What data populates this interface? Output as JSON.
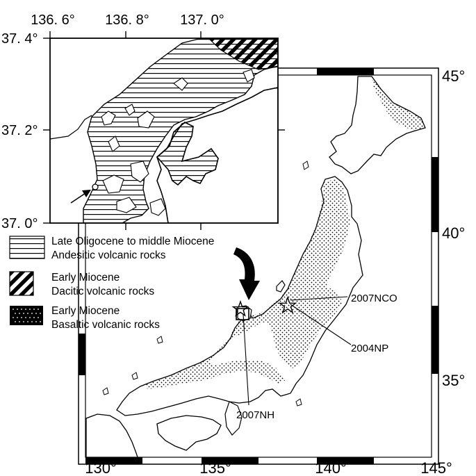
{
  "map": {
    "main_lon_labels": [
      "130°",
      "135°",
      "140°",
      "145°"
    ],
    "main_lat_labels": [
      "45°",
      "40°",
      "35°"
    ],
    "inset_lon_labels": [
      "136. 6°",
      "136. 8°",
      "137. 0°"
    ],
    "inset_lat_labels": [
      "37. 4°",
      "37. 2°",
      "37. 0°"
    ],
    "legend": [
      {
        "id": "andesitic",
        "line1": "Late Oligocene to middle Miocene",
        "line2": "Andesitic volcanic rocks",
        "pattern": "horizontal-lines"
      },
      {
        "id": "dacitic",
        "line1": "Early Miocene",
        "line2": "Dacitic volcanic rocks",
        "pattern": "diagonal-stripes"
      },
      {
        "id": "basaltic",
        "line1": "Early Miocene",
        "line2": "Basaltic volcanic rocks",
        "pattern": "dots"
      }
    ],
    "sites": [
      "2007NCO",
      "2004NP",
      "2007NH"
    ],
    "colors": {
      "ink": "#000000",
      "background": "#ffffff"
    }
  }
}
